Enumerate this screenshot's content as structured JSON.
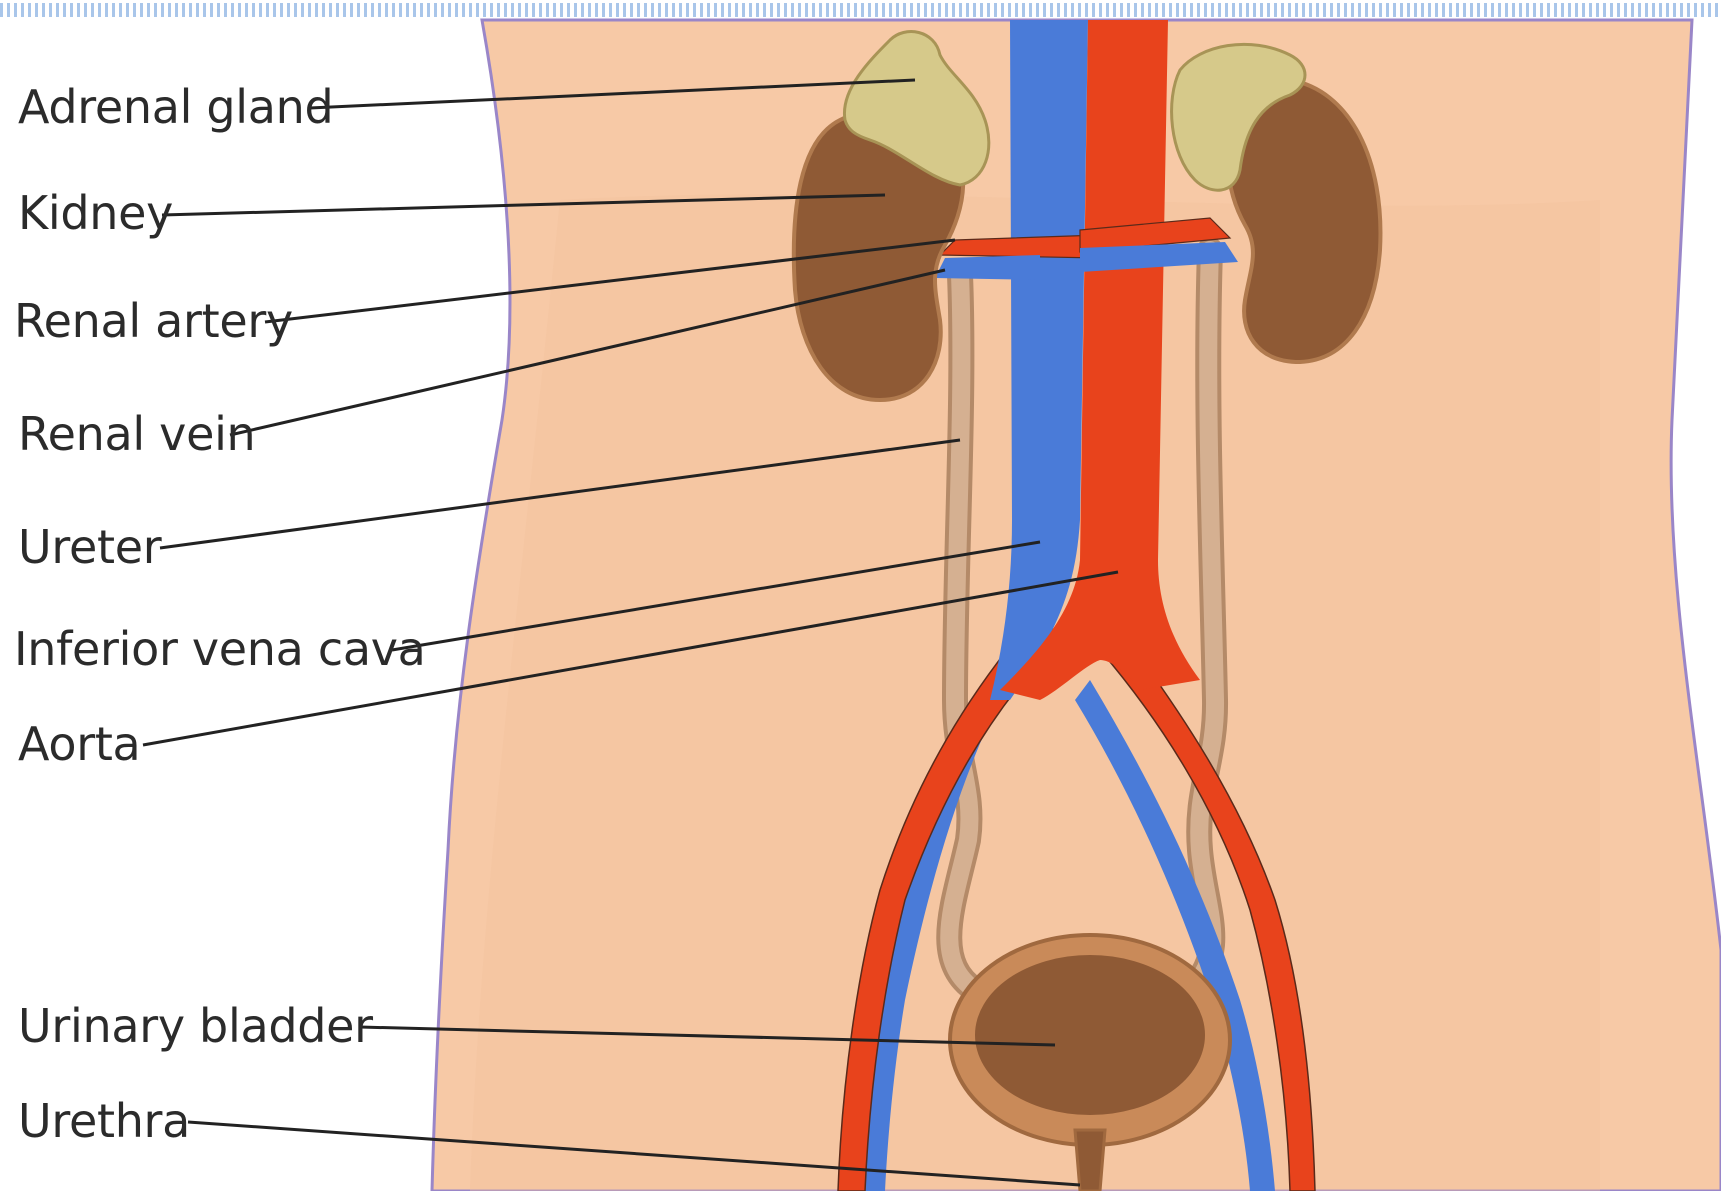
{
  "colors": {
    "skin": "#f7c9a6",
    "skin_outline": "#9a86c8",
    "vein": "#4a7bd8",
    "artery": "#e8431c",
    "organ_brown": "#8f5a35",
    "organ_edge": "#b07a4e",
    "adrenal": "#d6c98a",
    "ureter": "#d5b091",
    "leader": "#222222",
    "top_border": "#a9c6ea"
  },
  "labels": {
    "adrenal_gland": "Adrenal gland",
    "kidney": "Kidney",
    "renal_artery": "Renal artery",
    "renal_vein": "Renal vein",
    "ureter": "Ureter",
    "inferior_vena_cava": "Inferior vena cava",
    "aorta": "Aorta",
    "urinary_bladder": "Urinary bladder",
    "urethra": "Urethra"
  }
}
